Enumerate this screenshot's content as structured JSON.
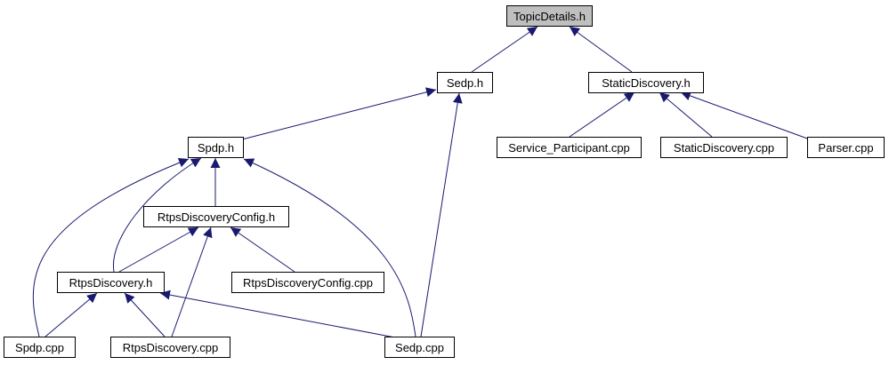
{
  "graph": {
    "nodes": [
      {
        "id": "topic_details_h",
        "label": "TopicDetails.h",
        "root": true
      },
      {
        "id": "sedp_h",
        "label": "Sedp.h"
      },
      {
        "id": "static_discovery_h",
        "label": "StaticDiscovery.h"
      },
      {
        "id": "spdp_h",
        "label": "Spdp.h"
      },
      {
        "id": "service_participant_cpp",
        "label": "Service_Participant.cpp"
      },
      {
        "id": "static_discovery_cpp",
        "label": "StaticDiscovery.cpp"
      },
      {
        "id": "parser_cpp",
        "label": "Parser.cpp"
      },
      {
        "id": "rtps_discovery_config_h",
        "label": "RtpsDiscoveryConfig.h"
      },
      {
        "id": "rtps_discovery_h",
        "label": "RtpsDiscovery.h"
      },
      {
        "id": "rtps_discovery_config_cpp",
        "label": "RtpsDiscoveryConfig.cpp"
      },
      {
        "id": "spdp_cpp",
        "label": "Spdp.cpp"
      },
      {
        "id": "rtps_discovery_cpp",
        "label": "RtpsDiscovery.cpp"
      },
      {
        "id": "sedp_cpp",
        "label": "Sedp.cpp"
      }
    ],
    "edges": [
      {
        "from": "sedp_h",
        "to": "topic_details_h"
      },
      {
        "from": "static_discovery_h",
        "to": "topic_details_h"
      },
      {
        "from": "spdp_h",
        "to": "sedp_h"
      },
      {
        "from": "sedp_cpp",
        "to": "sedp_h"
      },
      {
        "from": "service_participant_cpp",
        "to": "static_discovery_h"
      },
      {
        "from": "static_discovery_cpp",
        "to": "static_discovery_h"
      },
      {
        "from": "parser_cpp",
        "to": "static_discovery_h"
      },
      {
        "from": "rtps_discovery_config_h",
        "to": "spdp_h"
      },
      {
        "from": "rtps_discovery_h",
        "to": "spdp_h"
      },
      {
        "from": "spdp_cpp",
        "to": "spdp_h"
      },
      {
        "from": "sedp_cpp",
        "to": "spdp_h"
      },
      {
        "from": "rtps_discovery_h",
        "to": "rtps_discovery_config_h"
      },
      {
        "from": "rtps_discovery_config_cpp",
        "to": "rtps_discovery_config_h"
      },
      {
        "from": "rtps_discovery_cpp",
        "to": "rtps_discovery_config_h"
      },
      {
        "from": "spdp_cpp",
        "to": "rtps_discovery_h"
      },
      {
        "from": "rtps_discovery_cpp",
        "to": "rtps_discovery_h"
      },
      {
        "from": "sedp_cpp",
        "to": "rtps_discovery_h"
      }
    ],
    "colors": {
      "edge": "#191970",
      "root_fill": "#bfbfbf",
      "node_fill": "#ffffff",
      "border": "#000000"
    }
  }
}
